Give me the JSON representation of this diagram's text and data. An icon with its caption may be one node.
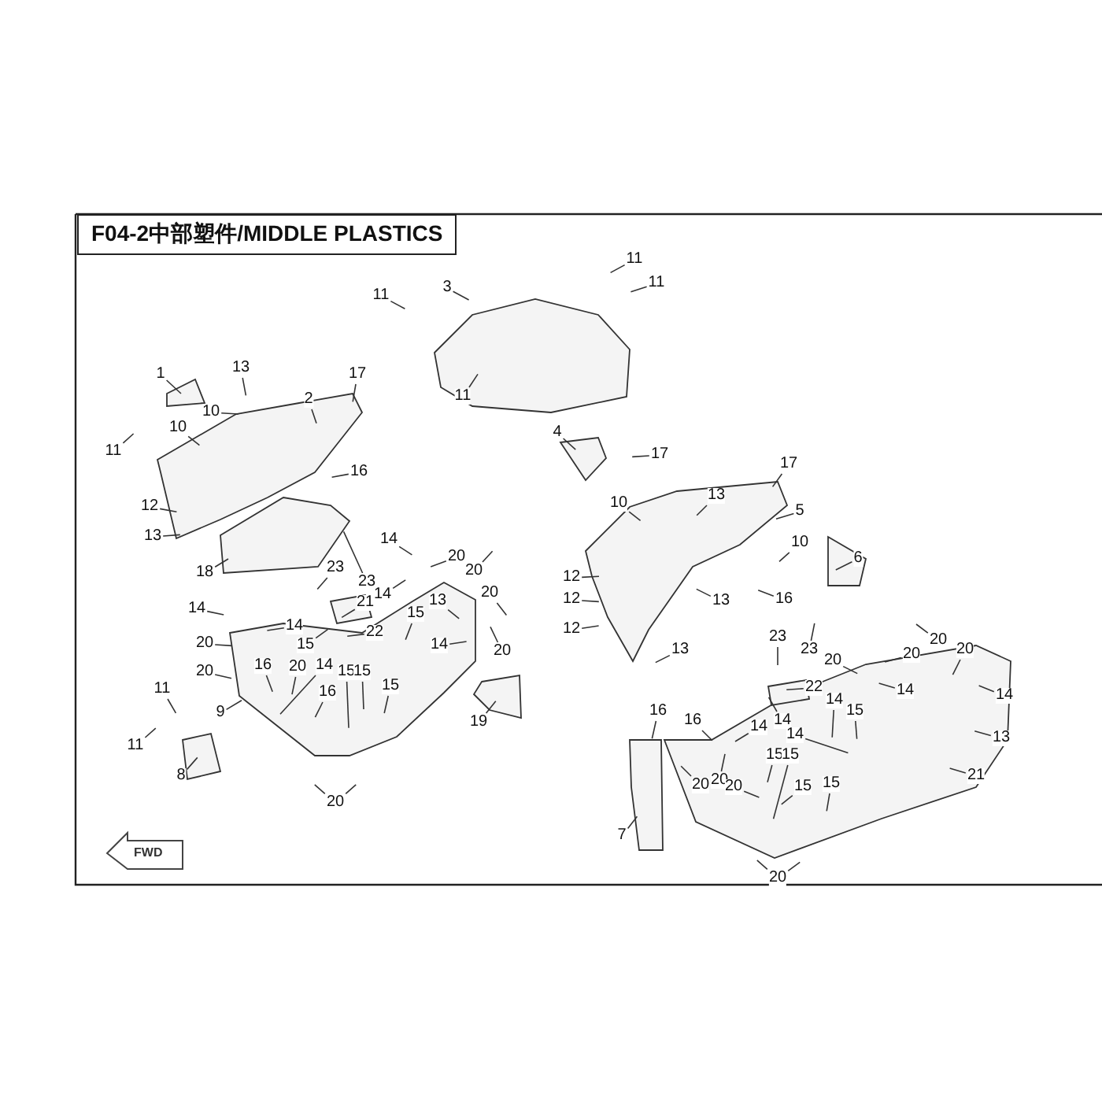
{
  "diagram": {
    "title": "F04-2中部塑件/MIDDLE PLASTICS",
    "nodes": [
      {
        "text": [
          "1"
        ]
      },
      {
        "text": [
          "13"
        ]
      },
      {
        "text": [
          "17"
        ]
      },
      {
        "text": [
          "2"
        ]
      },
      {
        "text": [
          "10"
        ]
      },
      {
        "text": [
          "10"
        ]
      },
      {
        "text": [
          "11"
        ]
      },
      {
        "text": [
          "16"
        ]
      },
      {
        "text": [
          "12"
        ]
      },
      {
        "text": [
          "13"
        ]
      },
      {
        "text": [
          "18"
        ]
      },
      {
        "text": [
          "11"
        ]
      },
      {
        "text": [
          "3"
        ]
      },
      {
        "text": [
          "11"
        ]
      },
      {
        "text": [
          "11"
        ]
      },
      {
        "text": [
          "11"
        ]
      },
      {
        "text": [
          "4"
        ]
      },
      {
        "text": [
          "17"
        ]
      },
      {
        "text": [
          "17"
        ]
      },
      {
        "text": [
          "13"
        ]
      },
      {
        "text": [
          "5"
        ]
      },
      {
        "text": [
          "10"
        ]
      },
      {
        "text": [
          "10"
        ]
      },
      {
        "text": [
          "6"
        ]
      },
      {
        "text": [
          "12"
        ]
      },
      {
        "text": [
          "12"
        ]
      },
      {
        "text": [
          "12"
        ]
      },
      {
        "text": [
          "13"
        ]
      },
      {
        "text": [
          "16"
        ]
      },
      {
        "text": [
          "13"
        ]
      },
      {
        "text": [
          "14"
        ]
      },
      {
        "text": [
          "20"
        ]
      },
      {
        "text": [
          "20"
        ]
      },
      {
        "text": [
          "20"
        ]
      },
      {
        "text": [
          "20"
        ]
      },
      {
        "text": [
          "23"
        ]
      },
      {
        "text": [
          "23"
        ]
      },
      {
        "text": [
          "14"
        ]
      },
      {
        "text": [
          "13"
        ]
      },
      {
        "text": [
          "21"
        ]
      },
      {
        "text": [
          "15"
        ]
      },
      {
        "text": [
          "22"
        ]
      },
      {
        "text": [
          "14"
        ]
      },
      {
        "text": [
          "14"
        ]
      },
      {
        "text": [
          "14"
        ]
      },
      {
        "text": [
          "20"
        ]
      },
      {
        "text": [
          "20"
        ]
      },
      {
        "text": [
          "15"
        ]
      },
      {
        "text": [
          "16"
        ]
      },
      {
        "text": [
          "20"
        ]
      },
      {
        "text": [
          "14"
        ]
      },
      {
        "text": [
          "16"
        ]
      },
      {
        "text": [
          "15"
        ]
      },
      {
        "text": [
          "15"
        ]
      },
      {
        "text": [
          "15"
        ]
      },
      {
        "text": [
          "9"
        ]
      },
      {
        "text": [
          "19"
        ]
      },
      {
        "text": [
          "11"
        ]
      },
      {
        "text": [
          "11"
        ]
      },
      {
        "text": [
          "8"
        ]
      },
      {
        "text": [
          "20"
        ]
      },
      {
        "text": [
          "23"
        ]
      },
      {
        "text": [
          "23"
        ]
      },
      {
        "text": [
          "20"
        ]
      },
      {
        "text": [
          "20"
        ]
      },
      {
        "text": [
          "20"
        ]
      },
      {
        "text": [
          "20"
        ]
      },
      {
        "text": [
          "22"
        ]
      },
      {
        "text": [
          "14"
        ]
      },
      {
        "text": [
          "14"
        ]
      },
      {
        "text": [
          "14"
        ]
      },
      {
        "text": [
          "16"
        ]
      },
      {
        "text": [
          "16"
        ]
      },
      {
        "text": [
          "14"
        ]
      },
      {
        "text": [
          "14"
        ]
      },
      {
        "text": [
          "14"
        ]
      },
      {
        "text": [
          "15"
        ]
      },
      {
        "text": [
          "13"
        ]
      },
      {
        "text": [
          "15"
        ]
      },
      {
        "text": [
          "15"
        ]
      },
      {
        "text": [
          "20"
        ]
      },
      {
        "text": [
          "20"
        ]
      },
      {
        "text": [
          "20"
        ]
      },
      {
        "text": [
          "21"
        ]
      },
      {
        "text": [
          "15"
        ]
      },
      {
        "text": [
          "15"
        ]
      },
      {
        "text": [
          "7"
        ]
      },
      {
        "text": [
          "20"
        ]
      }
    ],
    "edges": [
      {
        "from": 0,
        "to": null,
        "arrow": "none"
      },
      {
        "from": 1,
        "to": null,
        "arrow": "none"
      },
      {
        "from": 2,
        "to": null,
        "arrow": "none"
      },
      {
        "from": 3,
        "to": null,
        "arrow": "none"
      },
      {
        "from": 4,
        "to": null,
        "arrow": "none"
      },
      {
        "from": 5,
        "to": null,
        "arrow": "none"
      },
      {
        "from": 6,
        "to": null,
        "arrow": "none"
      },
      {
        "from": 7,
        "to": null,
        "arrow": "none"
      },
      {
        "from": 8,
        "to": null,
        "arrow": "none"
      },
      {
        "from": 9,
        "to": null,
        "arrow": "none"
      },
      {
        "from": 10,
        "to": null,
        "arrow": "none"
      },
      {
        "from": 11,
        "to": null,
        "arrow": "none"
      },
      {
        "from": 12,
        "to": null,
        "arrow": "none"
      },
      {
        "from": 13,
        "to": null,
        "arrow": "none"
      },
      {
        "from": 14,
        "to": null,
        "arrow": "none"
      },
      {
        "from": 15,
        "to": null,
        "arrow": "none"
      },
      {
        "from": 16,
        "to": null,
        "arrow": "none"
      },
      {
        "from": 17,
        "to": null,
        "arrow": "none"
      },
      {
        "from": 18,
        "to": null,
        "arrow": "none"
      },
      {
        "from": 19,
        "to": null,
        "arrow": "none"
      },
      {
        "from": 20,
        "to": null,
        "arrow": "none"
      },
      {
        "from": 21,
        "to": null,
        "arrow": "none"
      },
      {
        "from": 22,
        "to": null,
        "arrow": "none"
      },
      {
        "from": 23,
        "to": null,
        "arrow": "none"
      },
      {
        "from": 24,
        "to": null,
        "arrow": "none"
      },
      {
        "from": 25,
        "to": null,
        "arrow": "none"
      },
      {
        "from": 26,
        "to": null,
        "arrow": "none"
      },
      {
        "from": 27,
        "to": null,
        "arrow": "none"
      },
      {
        "from": 28,
        "to": null,
        "arrow": "none"
      },
      {
        "from": 29,
        "to": null,
        "arrow": "none"
      },
      {
        "from": 30,
        "to": null,
        "arrow": "none"
      },
      {
        "from": 31,
        "to": null,
        "arrow": "none"
      },
      {
        "from": 32,
        "to": null,
        "arrow": "none"
      },
      {
        "from": 33,
        "to": null,
        "arrow": "none"
      },
      {
        "from": 34,
        "to": null,
        "arrow": "none"
      },
      {
        "from": 35,
        "to": null,
        "arrow": "none"
      },
      {
        "from": 36,
        "to": null,
        "arrow": "none"
      },
      {
        "from": 37,
        "to": null,
        "arrow": "none"
      },
      {
        "from": 38,
        "to": null,
        "arrow": "none"
      },
      {
        "from": 39,
        "to": null,
        "arrow": "none"
      },
      {
        "from": 40,
        "to": null,
        "arrow": "none"
      },
      {
        "from": 41,
        "to": null,
        "arrow": "none"
      },
      {
        "from": 42,
        "to": null,
        "arrow": "none"
      },
      {
        "from": 43,
        "to": null,
        "arrow": "none"
      },
      {
        "from": 44,
        "to": null,
        "arrow": "none"
      },
      {
        "from": 45,
        "to": null,
        "arrow": "none"
      },
      {
        "from": 46,
        "to": null,
        "arrow": "none"
      },
      {
        "from": 47,
        "to": null,
        "arrow": "none"
      },
      {
        "from": 48,
        "to": null,
        "arrow": "none"
      },
      {
        "from": 49,
        "to": null,
        "arrow": "none"
      },
      {
        "from": 50,
        "to": null,
        "arrow": "none"
      },
      {
        "from": 51,
        "to": null,
        "arrow": "none"
      },
      {
        "from": 52,
        "to": null,
        "arrow": "none"
      },
      {
        "from": 53,
        "to": null,
        "arrow": "none"
      },
      {
        "from": 54,
        "to": null,
        "arrow": "none"
      },
      {
        "from": 55,
        "to": null,
        "arrow": "none"
      },
      {
        "from": 56,
        "to": null,
        "arrow": "none"
      },
      {
        "from": 57,
        "to": null,
        "arrow": "none"
      },
      {
        "from": 58,
        "to": null,
        "arrow": "none"
      },
      {
        "from": 59,
        "to": null,
        "arrow": "none"
      },
      {
        "from": 60,
        "to": null,
        "arrow": "none"
      },
      {
        "from": 60,
        "to": null,
        "arrow": "none"
      },
      {
        "from": 61,
        "to": null,
        "arrow": "none"
      },
      {
        "from": 62,
        "to": null,
        "arrow": "none"
      },
      {
        "from": 63,
        "to": null,
        "arrow": "none"
      },
      {
        "from": 64,
        "to": null,
        "arrow": "none"
      },
      {
        "from": 65,
        "to": null,
        "arrow": "none"
      },
      {
        "from": 66,
        "to": null,
        "arrow": "none"
      },
      {
        "from": 67,
        "to": null,
        "arrow": "none"
      },
      {
        "from": 68,
        "to": null,
        "arrow": "none"
      },
      {
        "from": 69,
        "to": null,
        "arrow": "none"
      },
      {
        "from": 70,
        "to": null,
        "arrow": "none"
      },
      {
        "from": 71,
        "to": null,
        "arrow": "none"
      },
      {
        "from": 72,
        "to": null,
        "arrow": "none"
      },
      {
        "from": 73,
        "to": null,
        "arrow": "none"
      },
      {
        "from": 74,
        "to": null,
        "arrow": "none"
      },
      {
        "from": 75,
        "to": null,
        "arrow": "none"
      },
      {
        "from": 76,
        "to": null,
        "arrow": "none"
      },
      {
        "from": 77,
        "to": null,
        "arrow": "none"
      },
      {
        "from": 78,
        "to": null,
        "arrow": "none"
      },
      {
        "from": 79,
        "to": null,
        "arrow": "none"
      },
      {
        "from": 80,
        "to": null,
        "arrow": "none"
      },
      {
        "from": 81,
        "to": null,
        "arrow": "none"
      },
      {
        "from": 82,
        "to": null,
        "arrow": "none"
      },
      {
        "from": 83,
        "to": null,
        "arrow": "none"
      },
      {
        "from": 84,
        "to": null,
        "arrow": "none"
      },
      {
        "from": 85,
        "to": null,
        "arrow": "none"
      },
      {
        "from": 86,
        "to": null,
        "arrow": "none"
      },
      {
        "from": 87,
        "to": null,
        "arrow": "none"
      },
      {
        "from": 87,
        "to": null,
        "arrow": "none"
      }
    ],
    "labels": [
      "FWD"
    ]
  }
}
